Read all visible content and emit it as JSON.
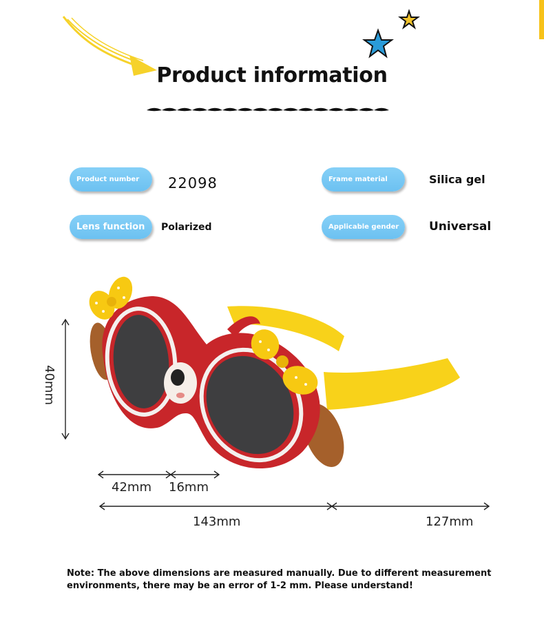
{
  "header": {
    "title": "Product information"
  },
  "specs": [
    {
      "label": "Product number",
      "value": "22098"
    },
    {
      "label": "Frame material",
      "value": "Silica gel"
    },
    {
      "label": "Lens function",
      "value": "Polarized"
    },
    {
      "label": "Applicable gender",
      "value": "Universal"
    }
  ],
  "dimensions": {
    "height": "40mm",
    "lens_width": "42mm",
    "bridge": "16mm",
    "frame_width": "143mm",
    "temple_length": "127mm"
  },
  "note": "Note: The above dimensions are measured manually. Due to different measurement environments, there may be an error of 1-2 mm. Please understand!",
  "colors": {
    "pill": "#74c6f3",
    "frame": "#c8262a",
    "temple": "#f8d21a",
    "lens": "#3e3e40",
    "ear": "#a5602b",
    "bow": "#f7c912"
  }
}
